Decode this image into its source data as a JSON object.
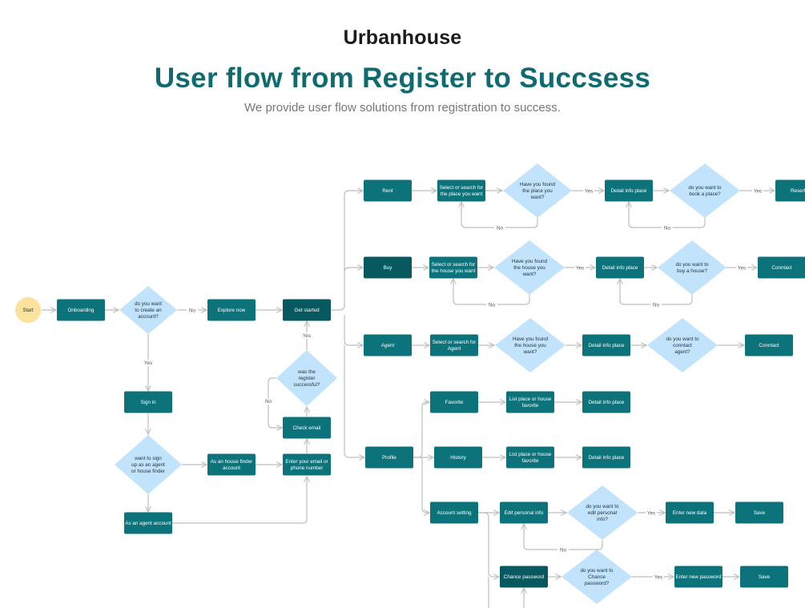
{
  "header": {
    "brand": "Urbanhouse",
    "title": "User flow from Register  to Succsess",
    "subtitle": "We provide user flow solutions from registration to success."
  },
  "colors": {
    "process": "#0d737b",
    "process_dark": "#07595f",
    "decision": "#c1e3fb",
    "start": "#fbe39e",
    "edge": "#bdbdbd",
    "title": "#0f6b70"
  },
  "nodes": [
    {
      "id": "start",
      "type": "start",
      "lines": [
        "Start"
      ]
    },
    {
      "id": "onboarding",
      "type": "process",
      "lines": [
        "Onboarding"
      ]
    },
    {
      "id": "create_account",
      "type": "decision",
      "lines": [
        "do you want",
        "to create an",
        "account?"
      ]
    },
    {
      "id": "explore_now",
      "type": "process",
      "lines": [
        "Explore now"
      ]
    },
    {
      "id": "get_started",
      "type": "process_dark",
      "lines": [
        "Get started"
      ]
    },
    {
      "id": "sign_in",
      "type": "process",
      "lines": [
        "Sign in"
      ]
    },
    {
      "id": "agent_or_finder",
      "type": "decision",
      "lines": [
        "want to sign",
        "up as an agent",
        "or house finder"
      ]
    },
    {
      "id": "house_finder_account",
      "type": "process",
      "lines": [
        "As an house finder",
        "account"
      ]
    },
    {
      "id": "agent_account",
      "type": "process",
      "lines": [
        "As an agent account"
      ]
    },
    {
      "id": "enter_email",
      "type": "process",
      "lines": [
        "Enter your email or",
        "phone number"
      ]
    },
    {
      "id": "check_email",
      "type": "process",
      "lines": [
        "Check email"
      ]
    },
    {
      "id": "register_success",
      "type": "decision",
      "lines": [
        "was the",
        "register",
        "successful?"
      ]
    },
    {
      "id": "rent",
      "type": "process",
      "lines": [
        "Rent"
      ]
    },
    {
      "id": "rent_select",
      "type": "process",
      "lines": [
        "Select or search for",
        "the place you want"
      ]
    },
    {
      "id": "rent_found",
      "type": "decision",
      "lines": [
        "Have you found",
        "the place you",
        "want?"
      ]
    },
    {
      "id": "rent_detail",
      "type": "process",
      "lines": [
        "Detail info place"
      ]
    },
    {
      "id": "rent_book",
      "type": "decision",
      "lines": [
        "do you want to",
        "book a place?"
      ]
    },
    {
      "id": "rent_reserve",
      "type": "process",
      "lines": [
        "Reserfa"
      ]
    },
    {
      "id": "buy",
      "type": "process_dark",
      "lines": [
        "Buy"
      ]
    },
    {
      "id": "buy_select",
      "type": "process",
      "lines": [
        "Select or search for",
        "the house you want"
      ]
    },
    {
      "id": "buy_found",
      "type": "decision",
      "lines": [
        "Have you found",
        "the house you",
        "want?"
      ]
    },
    {
      "id": "buy_detail",
      "type": "process",
      "lines": [
        "Detail info place"
      ]
    },
    {
      "id": "buy_want",
      "type": "decision",
      "lines": [
        "do you want to",
        "buy a house?"
      ]
    },
    {
      "id": "buy_contact",
      "type": "process",
      "lines": [
        "Conntact"
      ]
    },
    {
      "id": "agent",
      "type": "process",
      "lines": [
        "Agent"
      ]
    },
    {
      "id": "agent_select",
      "type": "process",
      "lines": [
        "Select or search for",
        "Agent"
      ]
    },
    {
      "id": "agent_found",
      "type": "decision",
      "lines": [
        "Have you found",
        "the house you",
        "want?"
      ]
    },
    {
      "id": "agent_detail",
      "type": "process",
      "lines": [
        "Detail info place"
      ]
    },
    {
      "id": "agent_contact_q",
      "type": "decision",
      "lines": [
        "do you want to",
        "conntact",
        "agent?"
      ]
    },
    {
      "id": "agent_contact",
      "type": "process",
      "lines": [
        "Conntact"
      ]
    },
    {
      "id": "profile",
      "type": "process",
      "lines": [
        "Profile"
      ]
    },
    {
      "id": "favorite",
      "type": "process",
      "lines": [
        "Favorite"
      ]
    },
    {
      "id": "fav_list",
      "type": "process",
      "lines": [
        "List place or house",
        "favorite"
      ]
    },
    {
      "id": "fav_detail",
      "type": "process",
      "lines": [
        "Detail info place"
      ]
    },
    {
      "id": "history",
      "type": "process",
      "lines": [
        "History"
      ]
    },
    {
      "id": "hist_list",
      "type": "process",
      "lines": [
        "List place or house",
        "favorite"
      ]
    },
    {
      "id": "hist_detail",
      "type": "process",
      "lines": [
        "Detail info place"
      ]
    },
    {
      "id": "account_setting",
      "type": "process",
      "lines": [
        "Account setting"
      ]
    },
    {
      "id": "edit_info",
      "type": "process",
      "lines": [
        "Edit personal info"
      ]
    },
    {
      "id": "edit_q",
      "type": "decision",
      "lines": [
        "do you want to",
        "edit personal",
        "info?"
      ]
    },
    {
      "id": "enter_new_data",
      "type": "process",
      "lines": [
        "Enter new data"
      ]
    },
    {
      "id": "save_data",
      "type": "process",
      "lines": [
        "Save"
      ]
    },
    {
      "id": "change_password",
      "type": "process_dark",
      "lines": [
        "Chance password"
      ]
    },
    {
      "id": "change_q",
      "type": "decision",
      "lines": [
        "do you want to",
        "Chance",
        "password?"
      ]
    },
    {
      "id": "enter_new_password",
      "type": "process",
      "lines": [
        "Enter new password"
      ]
    },
    {
      "id": "save_password",
      "type": "process",
      "lines": [
        "Save"
      ]
    }
  ],
  "edge_labels": {
    "no": "No",
    "yes": "Yes"
  }
}
